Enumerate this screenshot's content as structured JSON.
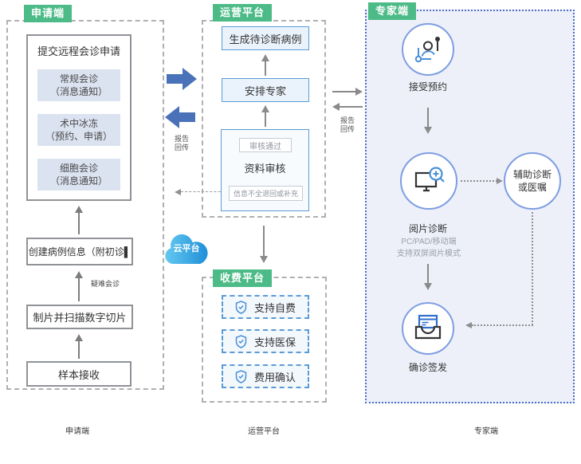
{
  "applicant": {
    "tag": "申请端",
    "submit_title": "提交远程会诊申请",
    "options": [
      {
        "name": "常规会诊",
        "note": "（消息通知）"
      },
      {
        "name": "术中冰冻",
        "note": "（预约、申请）"
      },
      {
        "name": "细胞会诊",
        "note": "（消息通知）"
      }
    ],
    "create_case": "创建病例信息（附初诊▌",
    "arrow_label": "疑难会诊",
    "scan": "制片并扫描数字切片",
    "sample": "样本接收",
    "bottom_label": "申请端"
  },
  "operations": {
    "tag": "运营平台",
    "generate": "生成待诊断病例",
    "assign": "安排专家",
    "review_pass": "审核通过",
    "review_title": "资料审核",
    "review_reject": "信息不全退回或补充",
    "bottom_label": "运营平台"
  },
  "charging": {
    "tag": "收费平台",
    "items": [
      "支持自费",
      "支持医保",
      "费用确认"
    ]
  },
  "cloud": {
    "label": "云平台"
  },
  "expert": {
    "tag": "专家端",
    "step1": "接受预约",
    "step2": "阅片诊断",
    "step2_sub1": "PC/PAD/移动端",
    "step2_sub2": "支持双屏阅片模式",
    "aux_line1": "辅助诊断",
    "aux_line2": "或医嘱",
    "step3": "确诊签发",
    "bottom_label": "专家端"
  },
  "connectors": {
    "left_return_line1": "报告",
    "left_return_line2": "回传",
    "right_return_line1": "报告",
    "right_return_line2": "回传"
  },
  "icons": {
    "appointment": "appointment-icon",
    "reading": "slide-reading-icon",
    "signoff": "report-signoff-icon",
    "shield": "shield-check-icon",
    "cloud": "cloud-icon"
  },
  "colors": {
    "tag_green": "#4cbb87",
    "arrow_blue": "#4a72b8",
    "box_blue_border": "#5b9bd5",
    "expert_bg": "#edf0f9",
    "cloud_from": "#64c8f0",
    "cloud_to": "#1f8fd8"
  }
}
